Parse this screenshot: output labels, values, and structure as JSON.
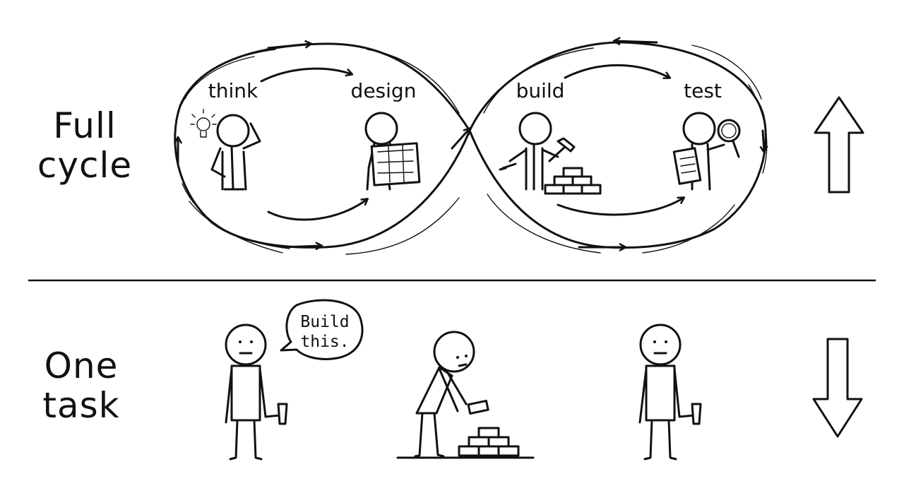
{
  "rows": {
    "full_cycle": {
      "label_line1": "Full",
      "label_line2": "cycle",
      "direction": "up"
    },
    "one_task": {
      "label_line1": "One",
      "label_line2": "task",
      "direction": "down"
    }
  },
  "stages": [
    {
      "label": "think",
      "icon": "lightbulb-icon"
    },
    {
      "label": "design",
      "icon": "blueprint-icon"
    },
    {
      "label": "build",
      "icon": "hammer-icon"
    },
    {
      "label": "test",
      "icon": "magnifier-icon"
    }
  ],
  "speech_bubble": {
    "line1": "Build",
    "line2": "this."
  },
  "colors": {
    "ink": "#111111",
    "background": "#ffffff"
  }
}
